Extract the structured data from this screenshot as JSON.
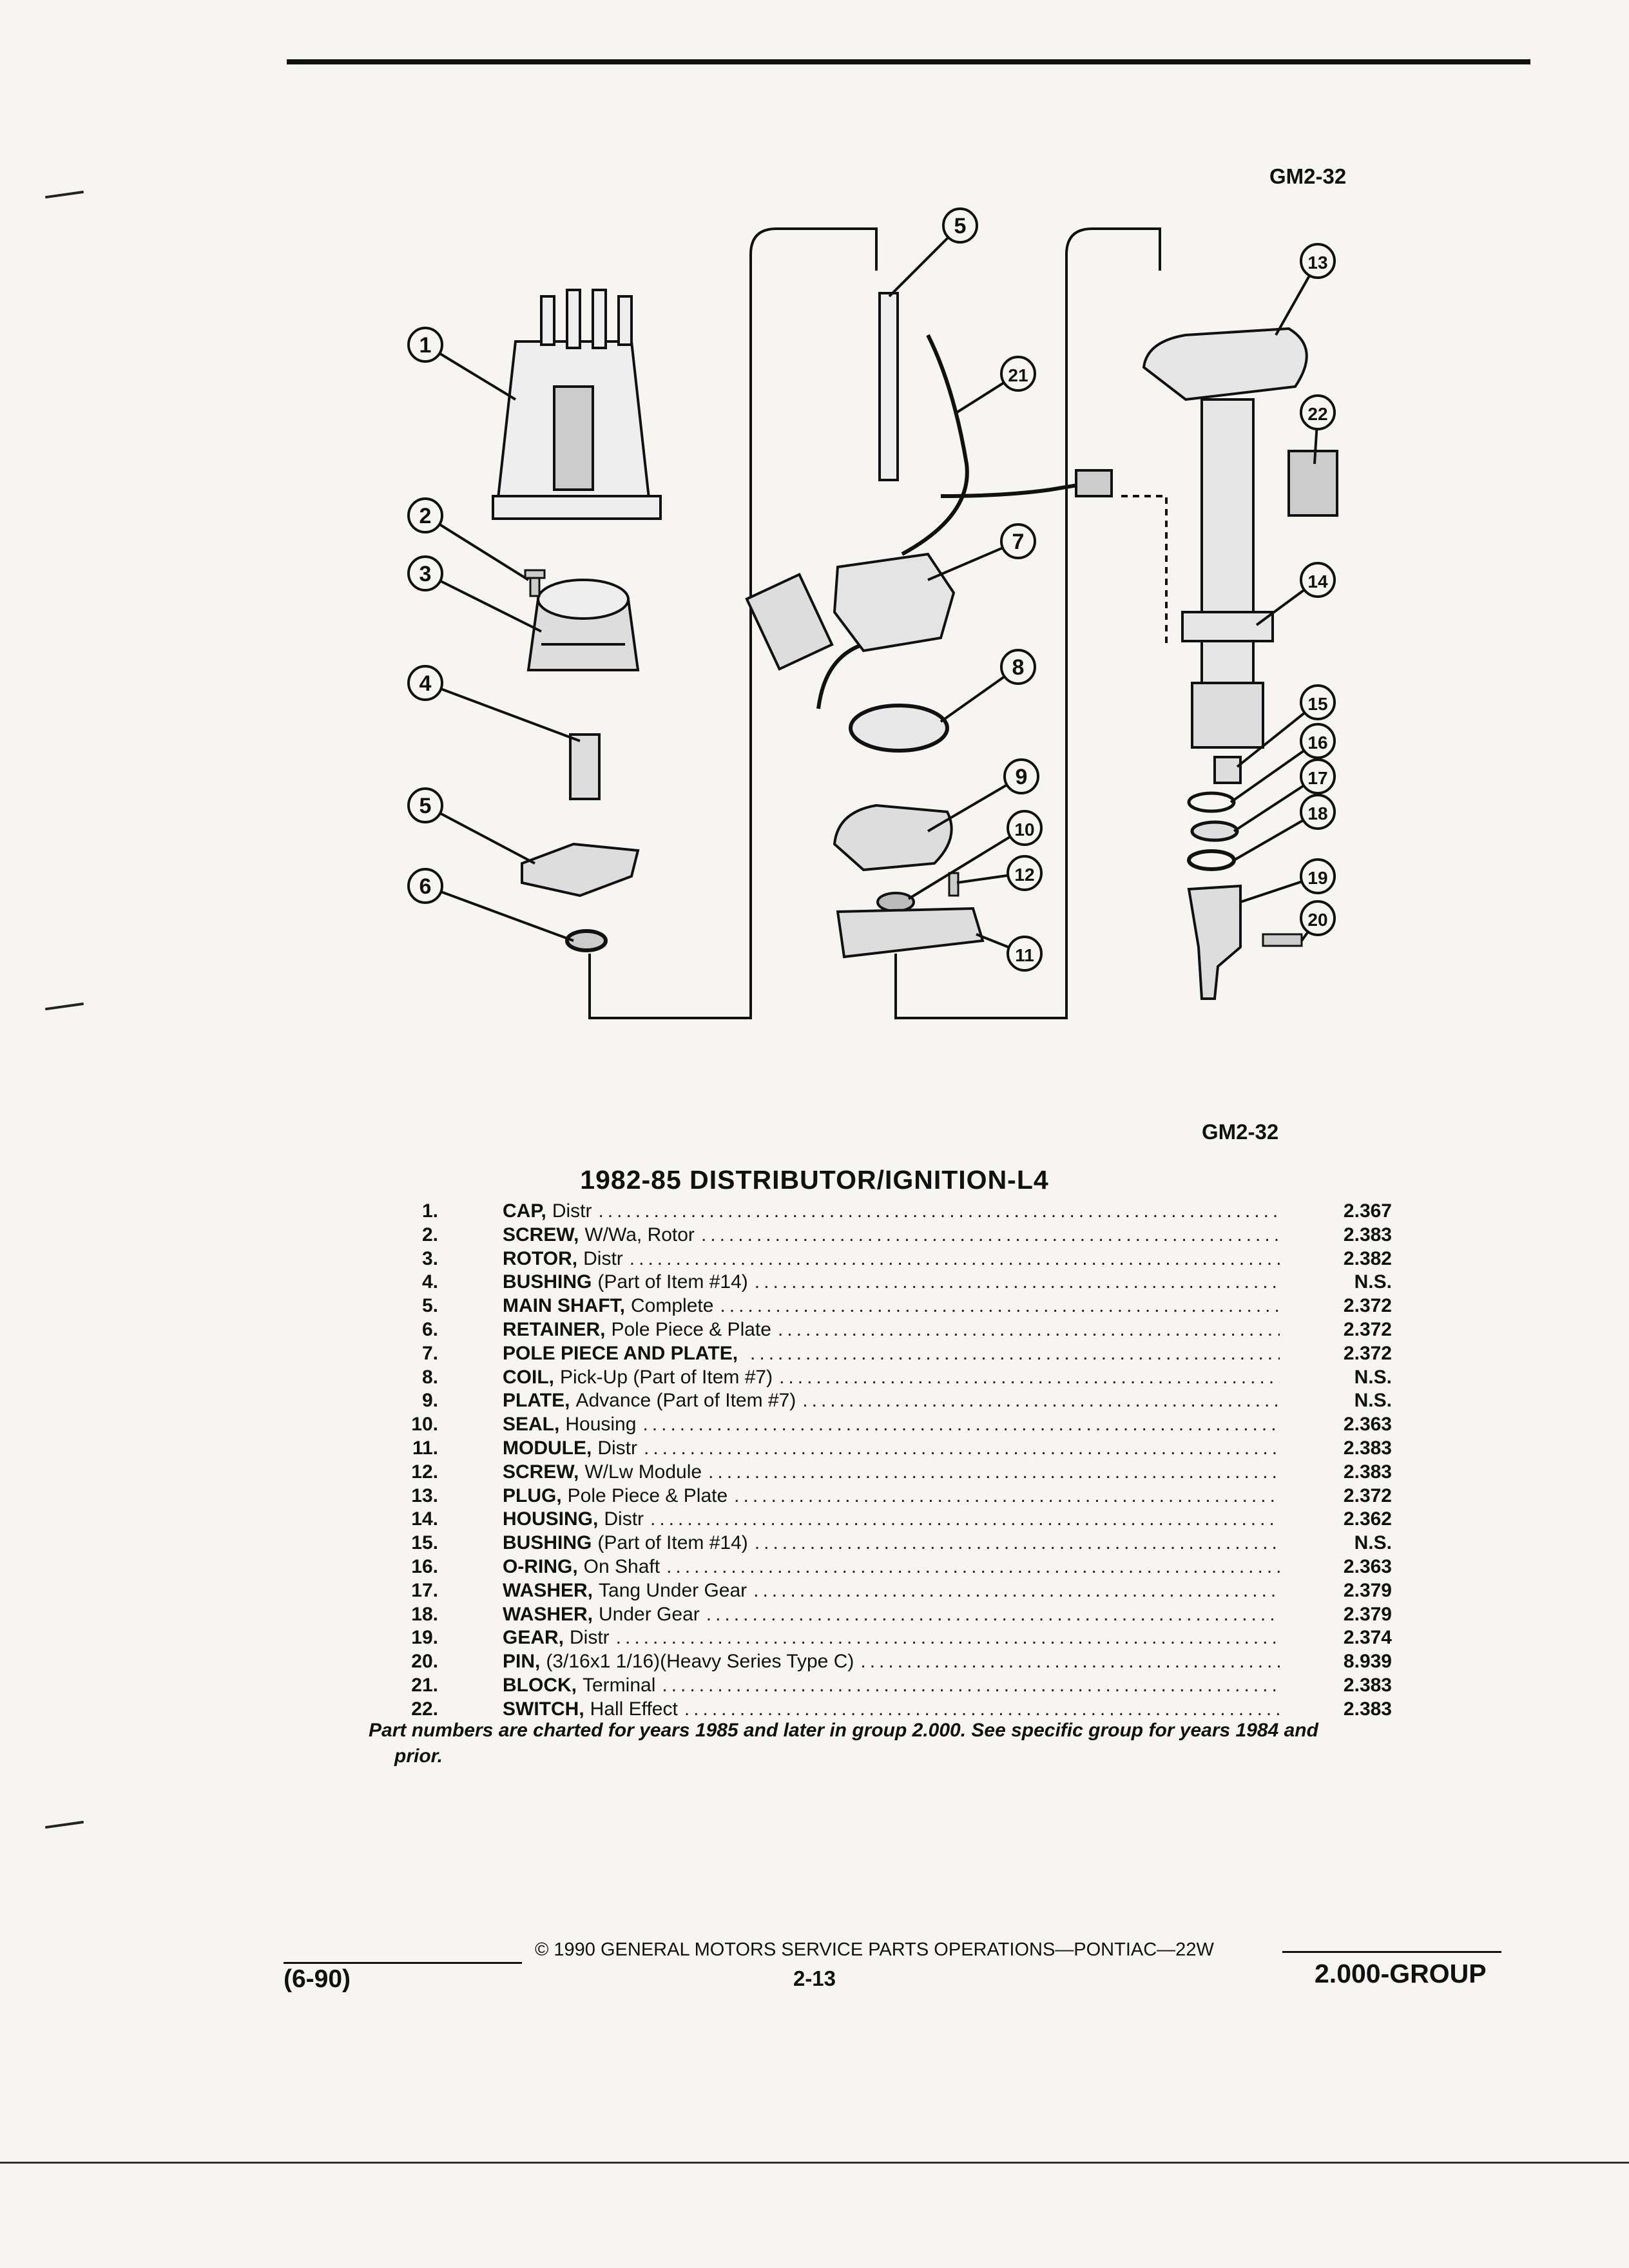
{
  "figure_code_top": "GM2-32",
  "figure_code_bottom": "GM2-32",
  "diagram_callouts": [
    "1",
    "2",
    "3",
    "4",
    "5",
    "6",
    "5",
    "7",
    "8",
    "9",
    "10",
    "11",
    "12",
    "21",
    "13",
    "22",
    "14",
    "15",
    "16",
    "17",
    "18",
    "19",
    "20"
  ],
  "title": "1982-85 DISTRIBUTOR/IGNITION-L4",
  "parts": [
    {
      "num": "1.",
      "name": "CAP,",
      "desc": "Distr",
      "ref": "2.367"
    },
    {
      "num": "2.",
      "name": "SCREW,",
      "desc": "W/Wa, Rotor",
      "ref": "2.383"
    },
    {
      "num": "3.",
      "name": "ROTOR,",
      "desc": "Distr",
      "ref": "2.382"
    },
    {
      "num": "4.",
      "name": "BUSHING",
      "desc": "(Part of Item #14)",
      "ref": "N.S."
    },
    {
      "num": "5.",
      "name": "MAIN SHAFT,",
      "desc": "Complete",
      "ref": "2.372"
    },
    {
      "num": "6.",
      "name": "RETAINER,",
      "desc": "Pole Piece & Plate",
      "ref": "2.372"
    },
    {
      "num": "7.",
      "name": "POLE PIECE AND PLATE,",
      "desc": "",
      "ref": "2.372"
    },
    {
      "num": "8.",
      "name": "COIL,",
      "desc": "Pick-Up (Part of Item #7)",
      "ref": "N.S."
    },
    {
      "num": "9.",
      "name": "PLATE,",
      "desc": "Advance (Part of Item #7)",
      "ref": "N.S."
    },
    {
      "num": "10.",
      "name": "SEAL,",
      "desc": "Housing",
      "ref": "2.363"
    },
    {
      "num": "11.",
      "name": "MODULE,",
      "desc": "Distr",
      "ref": "2.383"
    },
    {
      "num": "12.",
      "name": "SCREW,",
      "desc": "W/Lw Module",
      "ref": "2.383"
    },
    {
      "num": "13.",
      "name": "PLUG,",
      "desc": "Pole Piece & Plate",
      "ref": "2.372"
    },
    {
      "num": "14.",
      "name": "HOUSING,",
      "desc": "Distr",
      "ref": "2.362"
    },
    {
      "num": "15.",
      "name": "BUSHING",
      "desc": "(Part of Item #14)",
      "ref": "N.S."
    },
    {
      "num": "16.",
      "name": "O-RING,",
      "desc": "On Shaft",
      "ref": "2.363"
    },
    {
      "num": "17.",
      "name": "WASHER,",
      "desc": "Tang Under Gear",
      "ref": "2.379"
    },
    {
      "num": "18.",
      "name": "WASHER,",
      "desc": "Under Gear",
      "ref": "2.379"
    },
    {
      "num": "19.",
      "name": "GEAR,",
      "desc": "Distr",
      "ref": "2.374"
    },
    {
      "num": "20.",
      "name": "PIN,",
      "desc": "(3/16x1 1/16)(Heavy Series Type C)",
      "ref": "8.939"
    },
    {
      "num": "21.",
      "name": "BLOCK,",
      "desc": "Terminal",
      "ref": "2.383"
    },
    {
      "num": "22.",
      "name": "SWITCH,",
      "desc": "Hall Effect",
      "ref": "2.383"
    }
  ],
  "note_line1": "Part numbers are charted for years 1985 and later in group 2.000. See specific group for years 1984 and",
  "note_line2": "prior.",
  "footer": {
    "date": "(6-90)",
    "copyright": "© 1990 GENERAL MOTORS SERVICE PARTS OPERATIONS—PONTIAC—22W",
    "page": "2-13",
    "group": "2.000-GROUP"
  }
}
